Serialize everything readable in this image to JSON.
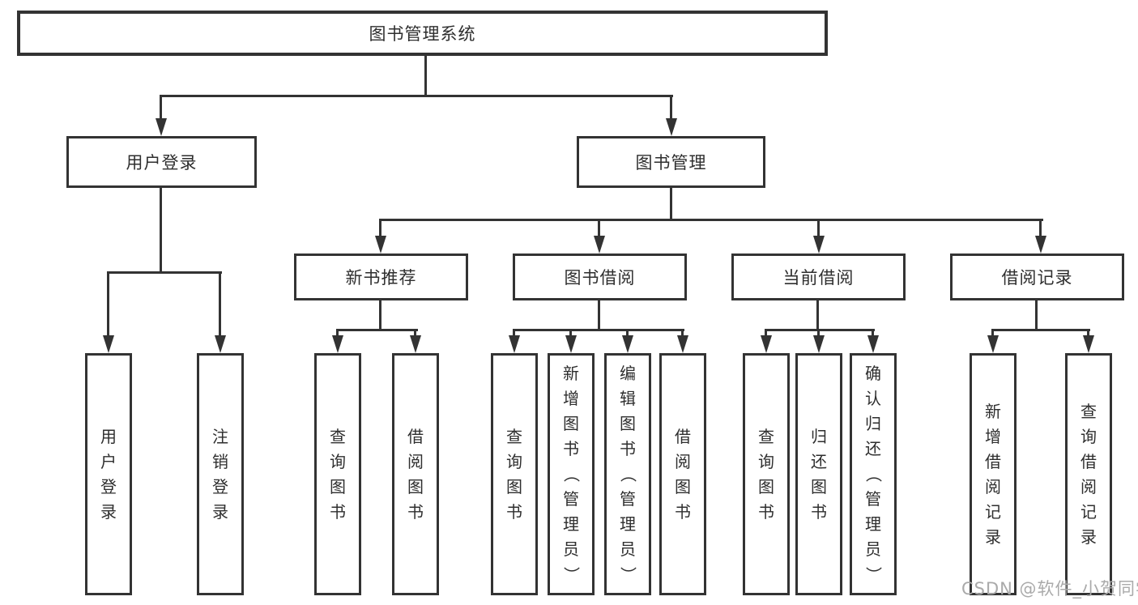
{
  "colors": {
    "line": "#333333",
    "text": "#2e2e2e",
    "watermark": "#aaaaaa",
    "background": "#ffffff"
  },
  "watermark": {
    "text": "CSDN @软件_小贺同学"
  },
  "tree": {
    "root": {
      "label": "图书管理系统"
    },
    "user_login": {
      "label": "用户登录",
      "children": {
        "login": {
          "label": "用户登录"
        },
        "logout": {
          "label": "注销登录"
        }
      }
    },
    "book_management": {
      "label": "图书管理",
      "children": {
        "new_book_recommend": {
          "label": "新书推荐",
          "children": {
            "query_books": {
              "label": "查询图书"
            },
            "borrow_books": {
              "label": "借阅图书"
            }
          }
        },
        "book_borrowing": {
          "label": "图书借阅",
          "children": {
            "query_books": {
              "label": "查询图书"
            },
            "add_books_admin": {
              "label": "新增图书（管理员）"
            },
            "edit_books_admin": {
              "label": "编辑图书（管理员）"
            },
            "borrow_books": {
              "label": "借阅图书"
            }
          }
        },
        "current_borrowing": {
          "label": "当前借阅",
          "children": {
            "query_books": {
              "label": "查询图书"
            },
            "return_books": {
              "label": "归还图书"
            },
            "confirm_return_admin": {
              "label": "确认归还（管理员）"
            }
          }
        },
        "borrowing_records": {
          "label": "借阅记录",
          "children": {
            "add_borrow_record": {
              "label": "新增借阅记录"
            },
            "query_borrow_record": {
              "label": "查询借阅记录"
            }
          }
        }
      }
    }
  }
}
